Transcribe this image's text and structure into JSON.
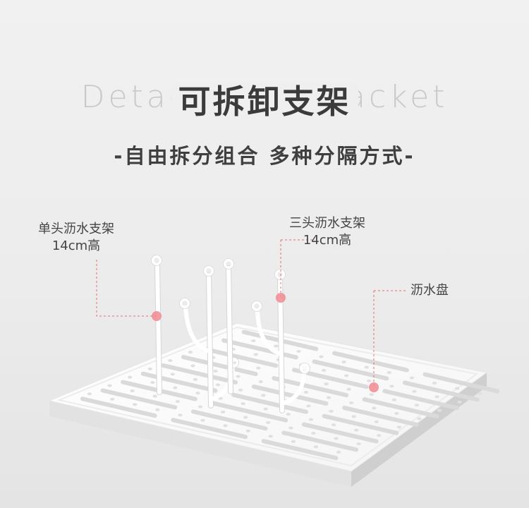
{
  "background_word": "Detachable bracket",
  "title": "可拆卸支架",
  "subtitle": "-自由拆分组合  多种分隔方式-",
  "labels": {
    "single": {
      "name": "单头沥水支架",
      "height": "14cm高"
    },
    "triple": {
      "name": "三头沥水支架",
      "height": "14cm高"
    },
    "tray": {
      "name": "沥水盘"
    }
  },
  "colors": {
    "marker": "#f08a90",
    "leader": "#e07078",
    "title": "#3b3b3b"
  }
}
